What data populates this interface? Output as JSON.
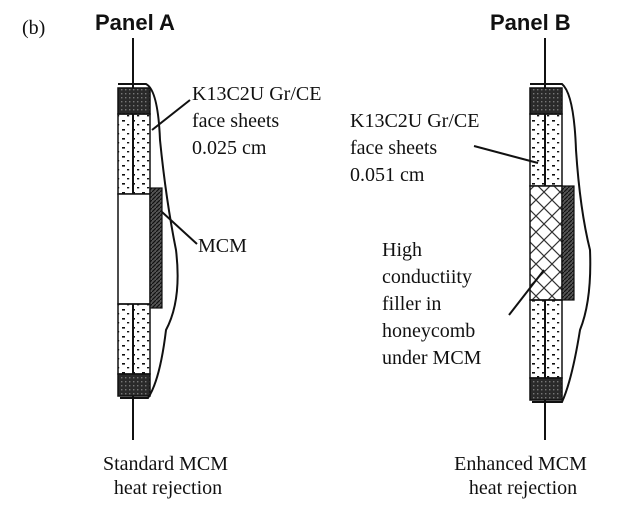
{
  "figure": {
    "label": "(b)"
  },
  "panel_a": {
    "title": "Panel A",
    "face_sheet_label": [
      "K13C2U Gr/CE",
      "face sheets",
      "0.025 cm"
    ],
    "mcm_label": "MCM",
    "caption": [
      "Standard MCM",
      "heat rejection"
    ]
  },
  "panel_b": {
    "title": "Panel B",
    "face_sheet_label": [
      "K13C2U Gr/CE",
      "face sheets",
      "0.051 cm"
    ],
    "filler_label": [
      "High",
      "conductiity",
      "filler in",
      "honeycomb",
      "under MCM"
    ],
    "caption": [
      "Enhanced MCM",
      "heat rejection"
    ]
  }
}
